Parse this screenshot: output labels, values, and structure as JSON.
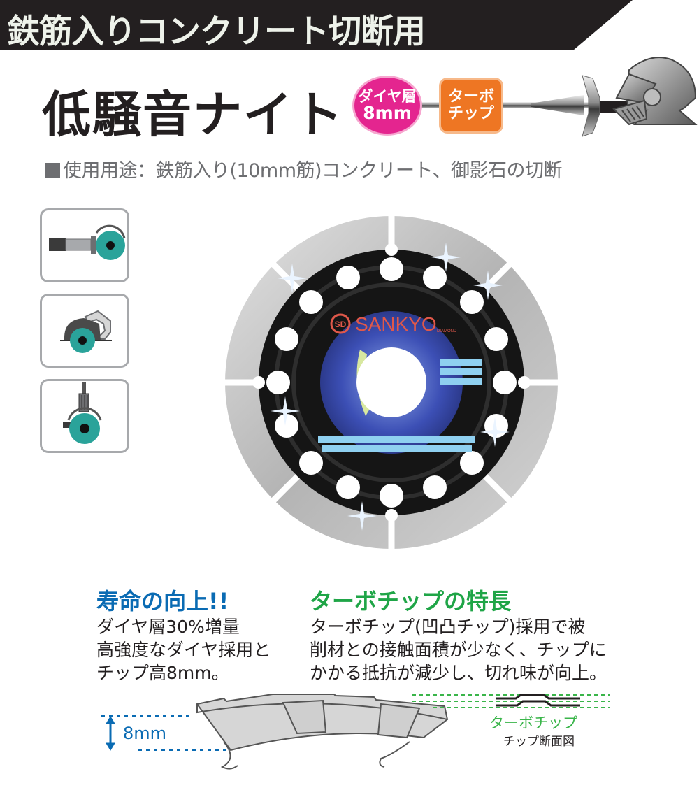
{
  "banner": {
    "title": "鉄筋入りコンクリート切断用",
    "bg_color": "#231f20",
    "text_color": "#eef2ea"
  },
  "product": {
    "name": "低騒音ナイト",
    "mascot_icon": "knight-helmet-icon",
    "sword_icon": "sword-icon"
  },
  "badges": [
    {
      "line1": "ダイヤ層",
      "line2": "8mm",
      "color": "#e4258f"
    },
    {
      "line1": "ターボ",
      "line2": "チップ",
      "color": "#ee7623"
    }
  ],
  "usage": {
    "text": "使用用途：鉄筋入り(10mm筋)コンクリート、御影石の切断"
  },
  "tools": [
    {
      "icon": "angle-grinder-side-icon"
    },
    {
      "icon": "circular-saw-icon"
    },
    {
      "icon": "angle-grinder-top-icon"
    }
  ],
  "blade": {
    "brand": "SANKYO",
    "brand_sub": "DIAMOND",
    "logo": "SD",
    "segments": 8,
    "holes": 16
  },
  "features": {
    "life": {
      "title": "寿命の向上!!",
      "lines": [
        "ダイヤ層30%増量",
        "高強度なダイヤ採用と",
        "チップ高8mm。"
      ],
      "color": "#0a6bb3"
    },
    "turbo": {
      "title": "ターボチップの特長",
      "lines": [
        "ターボチップ(凹凸チップ)採用で被",
        "削材との接触面積が少なく、チップに",
        "かかる抵抗が減少し、切れ味が向上。"
      ],
      "color": "#1fa547"
    }
  },
  "diagram": {
    "height_label": "8mm",
    "turbo_label": "ターボチップ",
    "section_label": "チップ断面図"
  }
}
